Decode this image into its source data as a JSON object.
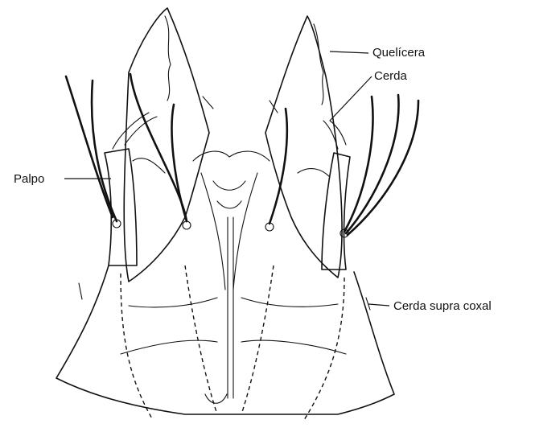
{
  "labels": {
    "quelicera": "Quelícera",
    "cerda": "Cerda",
    "palpo": "Palpo",
    "cerda_supra_coxal": "Cerda supra coxal"
  },
  "colors": {
    "ink": "#111111",
    "background": "#ffffff"
  }
}
